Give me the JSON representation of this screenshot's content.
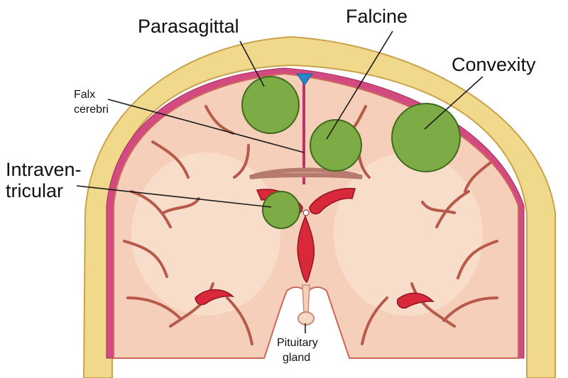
{
  "labels": {
    "parasagittal": "Parasagittal",
    "falcine": "Falcine",
    "convexity": "Convexity",
    "falx_line1": "Falx",
    "falx_line2": "cerebri",
    "intraventricular_line1": "Intraven-",
    "intraventricular_line2": "tricular",
    "pituitary_line1": "Pituitary",
    "pituitary_line2": "gland"
  },
  "colors": {
    "tumor": "#7dab45",
    "brain": "#f6cfba",
    "skull": "#f1d98c",
    "ventricle": "#d8283a",
    "meninges": "#c0306b",
    "csf": "#2a86c8"
  }
}
